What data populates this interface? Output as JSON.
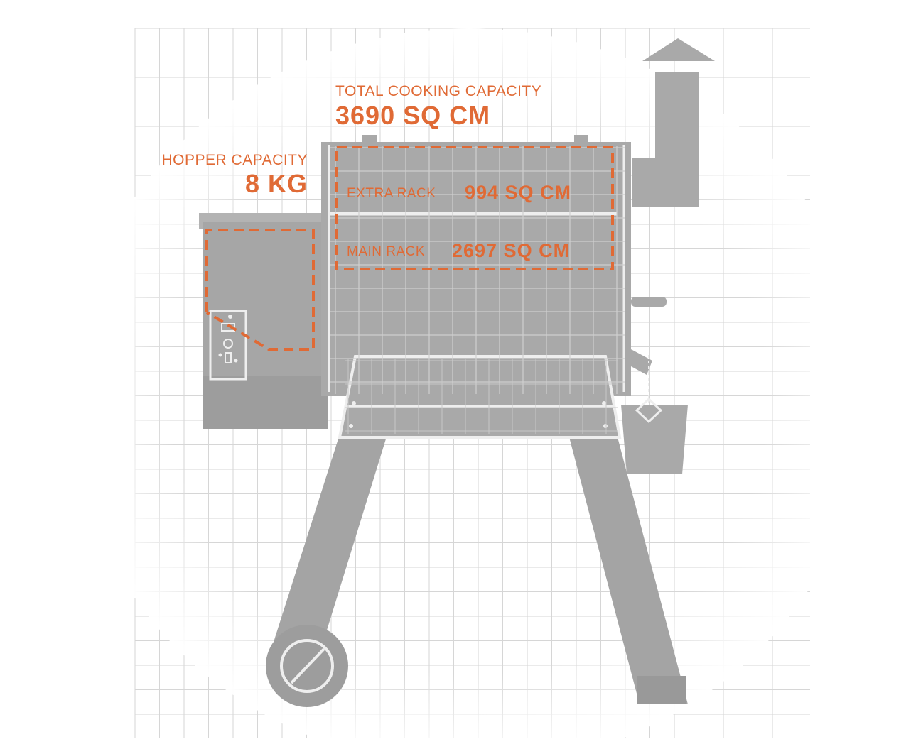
{
  "colors": {
    "accent": "#e06a35",
    "grill_gray": "#a9a9a9",
    "grill_dark": "#9b9b9b",
    "grid_line": "#d6d6d6",
    "highlight": "#eeeeee"
  },
  "labels": {
    "total_caption": "TOTAL COOKING CAPACITY",
    "total_value": "3690 SQ CM",
    "hopper_caption": "HOPPER CAPACITY",
    "hopper_value": "8 KG",
    "extra_rack_caption": "EXTRA RACK",
    "extra_rack_value": "994 SQ CM",
    "main_rack_caption": "MAIN RACK",
    "main_rack_value": "2697 SQ CM"
  },
  "icons": [
    "chimney-icon",
    "wheel-icon",
    "controller-icon",
    "bucket-icon"
  ]
}
